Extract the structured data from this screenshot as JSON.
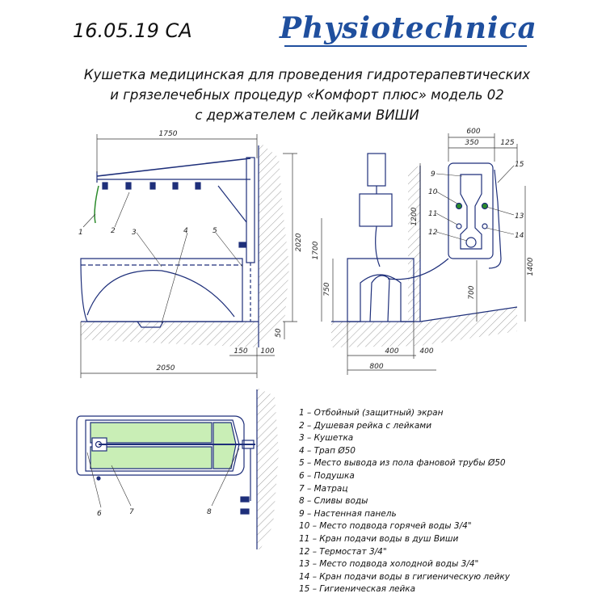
{
  "header": {
    "date": "16.05.19 CA",
    "logo": "Physiotechnica"
  },
  "title": {
    "line1": "Кушетка медицинская для проведения гидротерапевтических",
    "line2": "и грязелечебных процедур «Комфорт плюс» модель 02",
    "line3": "с держателем с лейками ВИШИ"
  },
  "dimensions": {
    "d1750": "1750",
    "d2020": "2020",
    "d50": "50",
    "d150": "150",
    "d100": "100",
    "d2050": "2050",
    "d600": "600",
    "d350": "350",
    "d125": "125",
    "d1200": "1200",
    "d1700": "1700",
    "d1400": "1400",
    "d750": "750",
    "d700": "700",
    "d400a": "400",
    "d400b": "400",
    "d800": "800"
  },
  "callouts": {
    "side": [
      "1",
      "2",
      "3",
      "4",
      "5"
    ],
    "panel": [
      "9",
      "10",
      "11",
      "12",
      "15",
      "13",
      "14"
    ],
    "plan": [
      "6",
      "7",
      "8"
    ]
  },
  "legend": [
    "1 – Отбойный (защитный) экран",
    "2 – Душевая рейка с лейками",
    "3 – Кушетка",
    "4 – Трап Ø50",
    "5 – Место вывода из пола фановой трубы Ø50",
    "6 – Подушка",
    "7 – Матрац",
    "8 – Сливы воды",
    "9 – Настенная панель",
    "10 – Место подвода горячей воды 3/4\"",
    "11 – Кран подачи воды в душ Виши",
    "12 – Термостат 3/4\"",
    "13 – Место подвода холодной воды 3/4\"",
    "14 – Кран подачи воды в гигиеническую лейку",
    "15 – Гигиеническая лейка"
  ],
  "colors": {
    "line": "#1e2f7a",
    "dim": "#333333",
    "mattress": "#c9eeb6",
    "logo": "#1f4f9e",
    "hatch": "#888888"
  }
}
